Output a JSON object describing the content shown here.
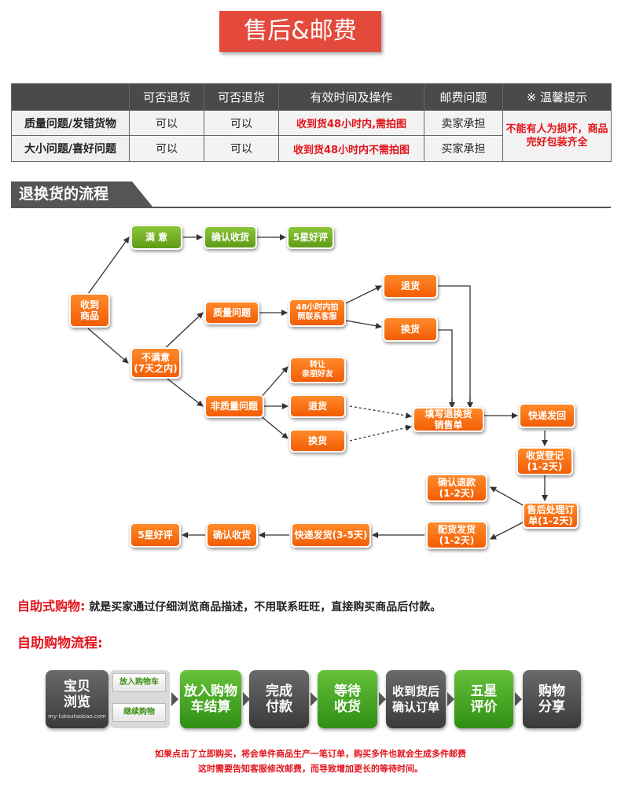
{
  "header": {
    "title": "售后&邮费"
  },
  "policy_table": {
    "headers": [
      "",
      "可否退货",
      "可否退货",
      "有效时间及操作",
      "邮费问题",
      "※ 温馨提示"
    ],
    "rows": [
      {
        "label": "质量问题/发错货物",
        "return": "可以",
        "exchange": "可以",
        "time": "收到货48小时内,需拍图",
        "postage": "卖家承担"
      },
      {
        "label": "大小问题/喜好问题",
        "return": "可以",
        "exchange": "可以",
        "time": "收到货48小时内不需拍图",
        "postage": "买家承担"
      }
    ],
    "tip": "不能有人为损坏，商品完好包装齐全"
  },
  "flow": {
    "title": "退换货的流程",
    "nodes": {
      "received": "收到\n商品",
      "satisfied": "满  意",
      "confirm_top": "确认收货",
      "five_star_top": "5星好评",
      "unsatisfied": "不满意\n(7天之内)",
      "quality": "质量问题",
      "contact": "48小时内拍\n照联系客服",
      "return_q": "退货",
      "exchange_q": "换货",
      "non_quality": "非质量问题",
      "transfer": "转让\n亲朋好友",
      "return_n": "退货",
      "exchange_n": "换货",
      "fill_form": "填写退换货\n销售单",
      "express_send": "快递发回",
      "receipt_register": "收货登记\n(1-2天)",
      "after_sales": "售后处理订\n单(1-2天)",
      "confirm_refund": "确认退款\n(1-2天)",
      "ship_out": "配货发货\n(1-2天)",
      "express_ship": "快递发货(3-5天)",
      "confirm_bottom": "确认收货",
      "five_star_bottom": "5星好评"
    }
  },
  "self_service": {
    "label": "自助式购物:",
    "text": " 就是买家通过仔细浏览商品描述，不用联系旺旺，直接购买商品后付款。",
    "flow_title": "自助购物流程:",
    "steps": {
      "browse": "宝贝\n浏览",
      "browse_url": "my-lukoutaobao.com",
      "add_cart_btn": "放入购物车",
      "continue_btn": "继续购物",
      "cart_checkout": "放入购物\n车结算",
      "pay": "完成\n付款",
      "wait": "等待\n收货",
      "confirm": "收到货后\n确认订单",
      "rate": "五星\n评价",
      "share": "购物\n分享"
    },
    "note_line1": "如果点击了立即购买，将会单件商品生产一笔订单，购买多件也就会生成多件邮费",
    "note_line2": "这时需要告知客服修改邮费，而导致增加更长的等待时间。"
  }
}
